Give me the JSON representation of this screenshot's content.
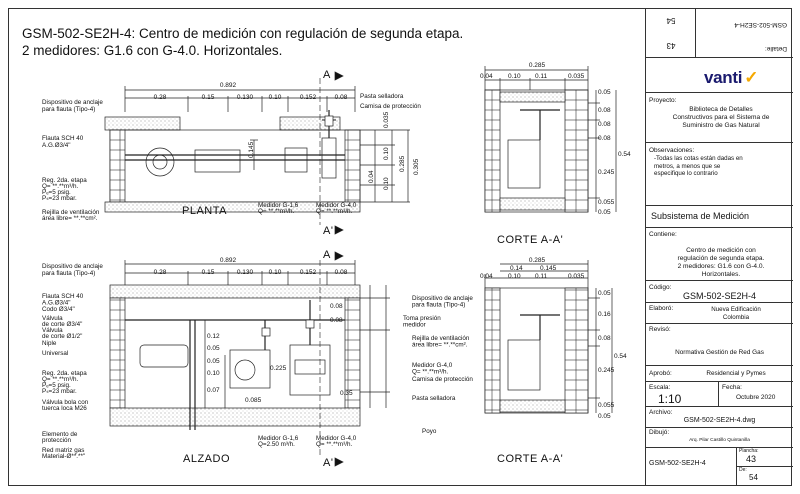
{
  "title_line1": "GSM-502-SE2H-4: Centro de medición con regulación de segunda etapa.",
  "title_line2": "2 medidores: G1.6 con G-4.0. Horizontales.",
  "planta": {
    "section_marker_top": "A",
    "section_marker_bottom": "A'",
    "view_label": "PLANTA",
    "total_width": "0.892",
    "dims": [
      "0.28",
      "0.15",
      "0.130",
      "0.10",
      "0.152",
      "0.08"
    ],
    "vdims": [
      "0.035",
      "0.145",
      "0.04",
      "0.10",
      "0.10",
      "0.285",
      "0.305"
    ],
    "labels": {
      "anclaje": "Dispositivo de anclaje\npara flauta (Tipo-4)",
      "flauta": "Flauta SCH 40\nA.G.Ø3/4\"",
      "regulador": "Reg. 2da. etapa\nQ= **.**m³/h.\nPₑ=5 psig.\nPₛ=23 mbar.",
      "rejilla": "Rejilla de ventilación\nárea libre= **.**cm².",
      "pasta": "Pasta selladora",
      "camisa": "Camisa de protección",
      "medidor1": "Medidor G-1,6\nQ= **.**m³/h.",
      "medidor2": "Medidor G-4,0\nQ= **.**m³/h."
    }
  },
  "corte_top": {
    "view_label": "CORTE A-A'",
    "total_width": "0.285",
    "dims": [
      "0.04",
      "0.10",
      "0.11",
      "0.035"
    ],
    "vdims": [
      "0.05",
      "0.08",
      "0.08",
      "0.08",
      "0.54",
      "0.245",
      "0.055",
      "0.05"
    ]
  },
  "alzado": {
    "view_label": "ALZADO",
    "section_marker_top": "A",
    "section_marker_bottom": "A'",
    "total_width": "0.892",
    "dims": [
      "0.28",
      "0.15",
      "0.130",
      "0.10",
      "0.152",
      "0.08"
    ],
    "vdims": [
      "0.08",
      "0.08",
      "0.05",
      "0.12",
      "0.05",
      "0.10",
      "0.225",
      "0.07",
      "0.085",
      "0.35"
    ],
    "labels": {
      "anclaje": "Dispositivo de anclaje\npara flauta (Tipo-4)",
      "flauta": "Flauta SCH 40\nA.G.Ø3/4\"\nCodo Ø3/4\"",
      "valvula_corte": "Válvula\nde corte Ø3/4\"",
      "valvula_corte2": "Válvula\nde corte Ø1/2\"",
      "niple": "Niple",
      "universal": "Universal",
      "regulador": "Reg. 2da. etapa\nQ= **.**m³/h.\nPₑ=5 psig.\nPₛ=23 mbar.",
      "valvula_bola": "Válvula bola con\ntuerca loca M26",
      "elemento": "Elemento de\nprotección",
      "red": "Red matriz gas\nMaterial-Ø**.**\"",
      "medidor1": "Medidor G-1,6\nQ=2.50 m³/h.",
      "medidor2": "Medidor G-4,0\nQ= **.**m³/h."
    }
  },
  "corte_bottom": {
    "view_label": "CORTE A-A'",
    "total_width": "0.285",
    "dims_top": [
      "0.14",
      "0.145"
    ],
    "dims": [
      "0.04",
      "0.10",
      "0.11",
      "0.035"
    ],
    "vdims": [
      "0.05",
      "0.16",
      "0.08",
      "0.54",
      "0.245",
      "0.055",
      "0.05"
    ],
    "labels": {
      "anclaje": "Dispositivo de anclaje\npara flauta (Tipo-4)",
      "toma": "Toma presión\nmedidor",
      "rejilla": "Rejilla de ventilación\nárea libre= **.**cm².",
      "medidor": "Medidor G-4,0\nQ= **.**m³/h.",
      "camisa": "Camisa de protección",
      "pasta": "Pasta selladora",
      "poyo": "Poyo"
    }
  },
  "panel": {
    "sheet_top": "GSM-502-SE2H-4",
    "detalle_caption": "Detalle:",
    "detalle_num": "43",
    "detalle_sheet": "54",
    "logo": "vanti",
    "proyecto_caption": "Proyecto:",
    "proyecto": "Biblioteca de Detalles\nConstructivos para el Sistema de\nSuministro de Gas Natural",
    "obs_caption": "Observaciones:",
    "obs": "-Todas las cotas están dadas en\nmetros, a menos que se\nespecifique lo contrario",
    "subsistema": "Subsistema de Medición",
    "contiene_caption": "Contiene:",
    "contiene": "Centro de medición con\nregulación de segunda etapa.\n2 medidores: G1.6 con G-4.0.\nHorizontales.",
    "codigo_caption": "Código:",
    "codigo": "GSM-502-SE2H-4",
    "elaboro_caption": "Elaboró:",
    "elaboro": "Nueva Edificación\nColombia",
    "reviso_caption": "Revisó:",
    "normativa": "Normativa Gestión de Red Gas",
    "aprobo_caption": "Aprobó:",
    "aprobo": "Residencial y Pymes",
    "escala_caption": "Escala:",
    "escala": "1:10",
    "fecha_caption": "Fecha:",
    "fecha": "Octubre 2020",
    "archivo_caption": "Archivo:",
    "archivo": "GSM-502-SE2H-4.dwg",
    "dibujo_caption": "Dibujó:",
    "dibujo": "Arq. Pilar Castillo Quintanilla",
    "plancha_caption": "Plancha:",
    "plancha_code": "GSM-502-SE2H-4",
    "plancha_num": "43",
    "plancha_de_caption": "De:",
    "plancha_total": "54"
  }
}
